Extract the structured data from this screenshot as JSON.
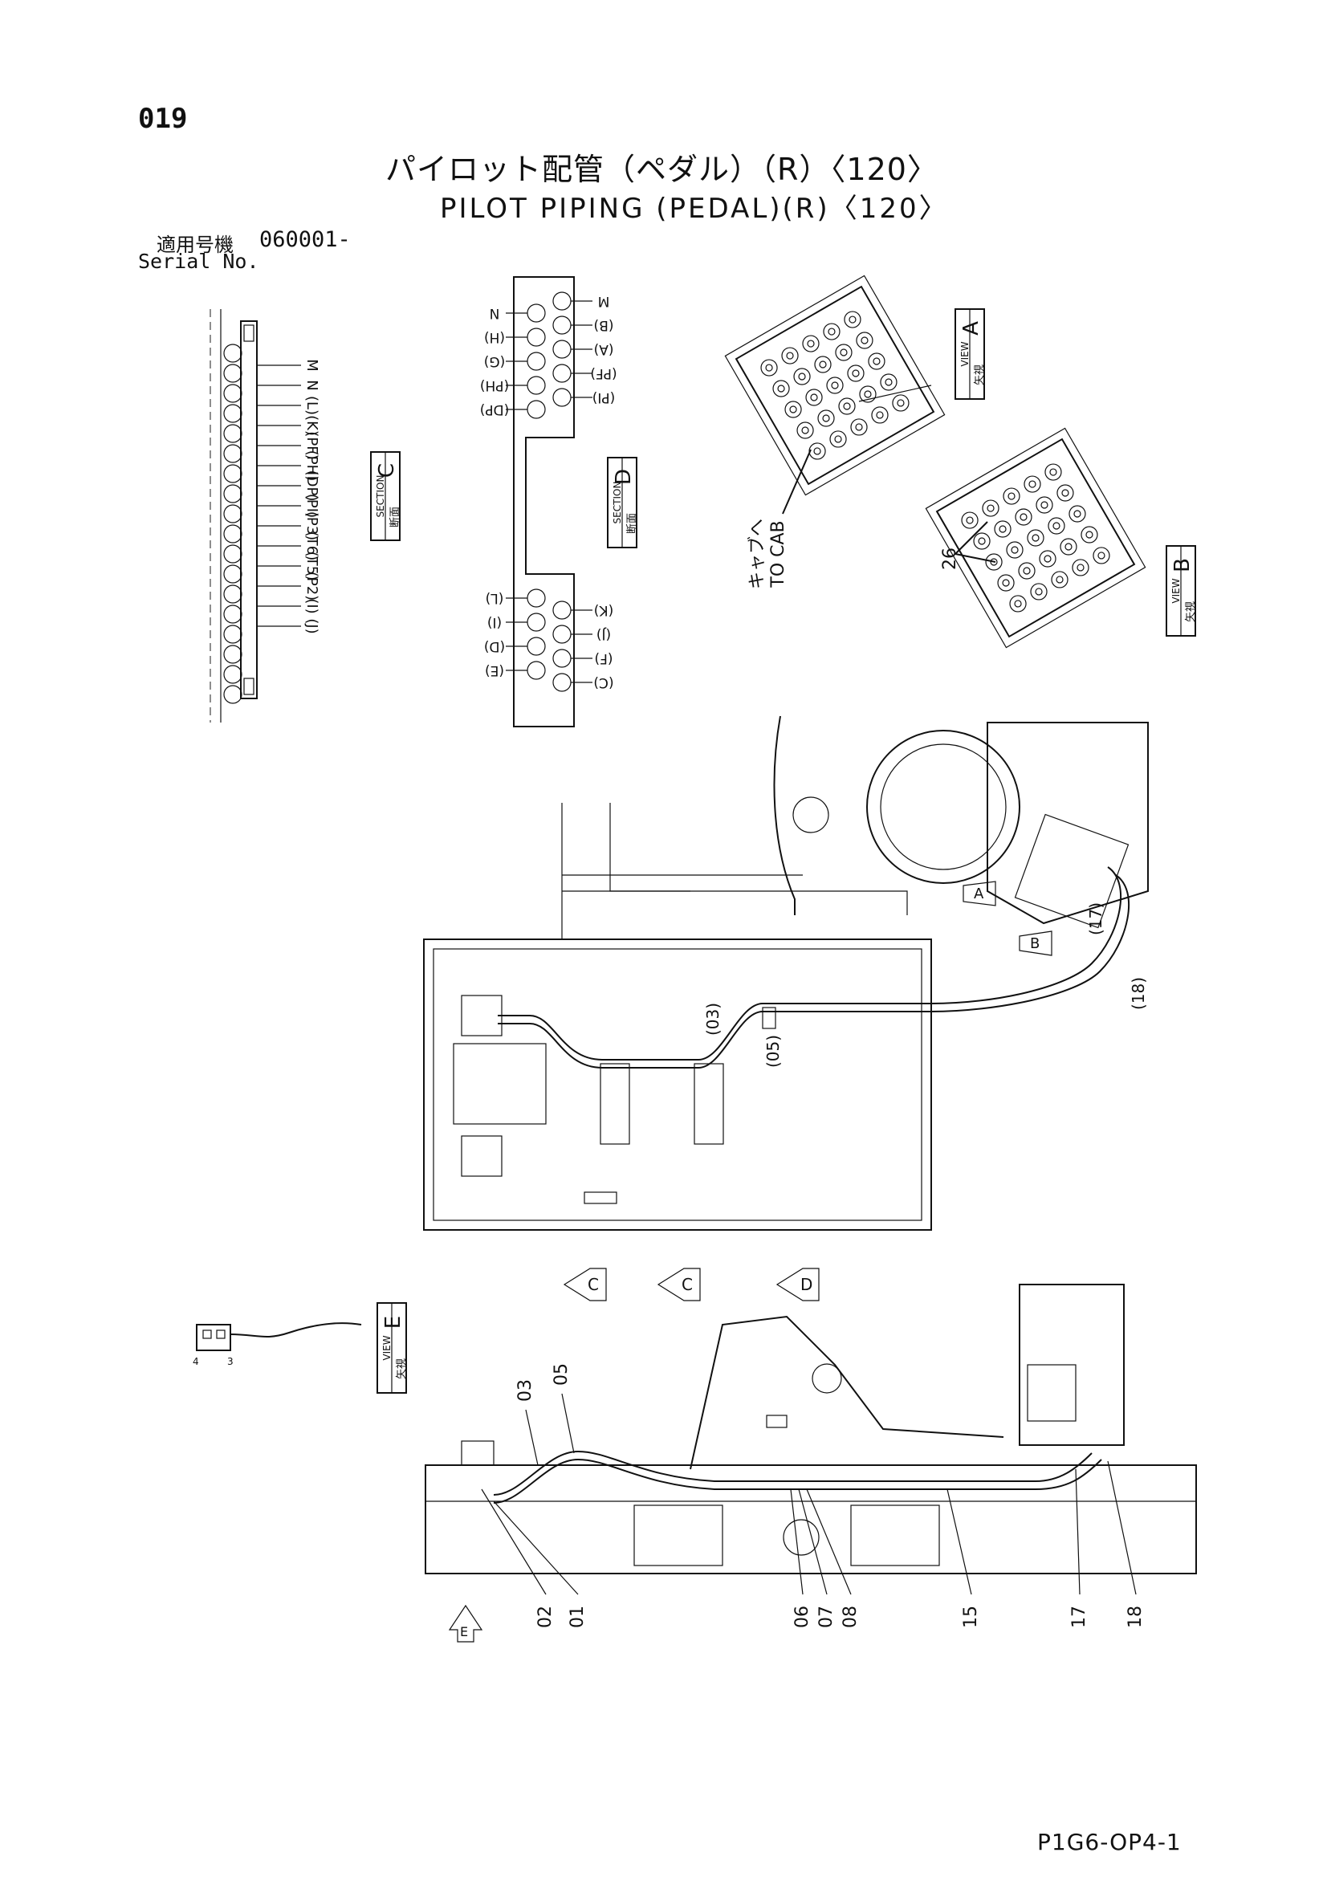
{
  "page_no": "019",
  "title_jp": "パイロット配管（ペダル）（R）〈120〉",
  "title_en": "PILOT PIPING (PEDAL)(R)〈120〉",
  "serial_label_jp": "適用号機",
  "serial_value": "060001-",
  "serial_label_en": "Serial No.",
  "drawing_code": "P1G6-OP4-1",
  "section_c": {
    "caption_jp": "断面",
    "caption_en": "SECTION",
    "letter": "C",
    "ports": [
      "M",
      "N",
      "(L)",
      "(K)",
      "(PF)",
      "(PH)",
      "(DP)",
      "(PI)",
      "(P3)",
      "(T6)",
      "(T5)",
      "(P2)",
      "(I)",
      "(J)"
    ]
  },
  "section_d": {
    "caption_jp": "断面",
    "caption_en": "SECTION",
    "letter": "D",
    "ports_top_left": [
      "N",
      "(H)",
      "(G)",
      "(PH)",
      "(DP)"
    ],
    "ports_top_right": [
      "M",
      "(B)",
      "(A)",
      "(PF)",
      "(PI)"
    ],
    "ports_bottom_left": [
      "(L)",
      "(I)",
      "(D)",
      "(E)"
    ],
    "ports_bottom_right": [
      "(K)",
      "(J)",
      "(F)",
      "(C)"
    ]
  },
  "view_a": {
    "caption_jp": "矢視",
    "caption_en": "VIEW",
    "letter": "A"
  },
  "view_b": {
    "caption_jp": "矢視",
    "caption_en": "VIEW",
    "letter": "B"
  },
  "view_e": {
    "caption_jp": "矢視",
    "caption_en": "VIEW",
    "letter": "E"
  },
  "to_cab_jp": "キャブへ",
  "to_cab_en": "TO CAB",
  "callouts_plan": [
    "(03)",
    "(05)",
    "(17)",
    "(18)"
  ],
  "callouts_side": [
    "01",
    "02",
    "03",
    "05",
    "06",
    "07",
    "08",
    "15",
    "17",
    "18"
  ],
  "callout_view_b": "26",
  "view_e_pins": [
    "4",
    "3"
  ],
  "view_arrows_plan": [
    "A",
    "B"
  ],
  "section_arrows": [
    "C",
    "C",
    "D"
  ],
  "view_arrow_side": "E"
}
